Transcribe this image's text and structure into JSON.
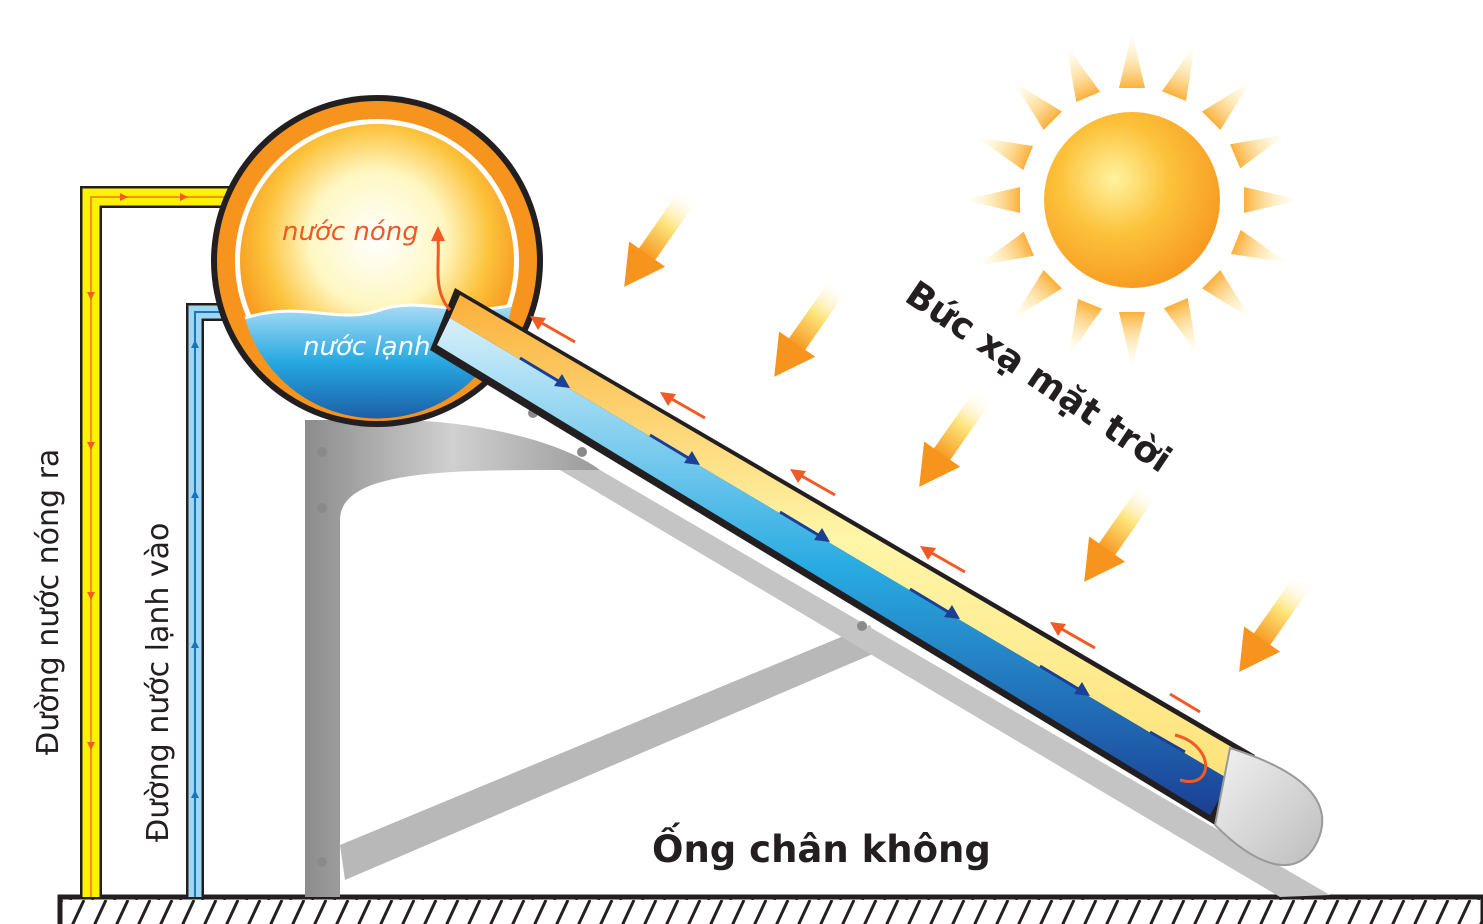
{
  "labels": {
    "hot_water": "nước nóng",
    "cold_water": "nước lạnh",
    "solar_radiation": "Bức xạ mặt trời",
    "vacuum_tube": "Ống chân không",
    "hot_outlet_pipe": "Đường nước nóng ra",
    "cold_inlet_pipe": "Đường nước lạnh vào"
  },
  "colors": {
    "hot": "#f7941d",
    "hot_text": "#ee5a24",
    "cold": "#1c75bc",
    "sun": "#fbb03b",
    "frame": "#b3b3b3",
    "pipe_yellow": "#fff200"
  }
}
